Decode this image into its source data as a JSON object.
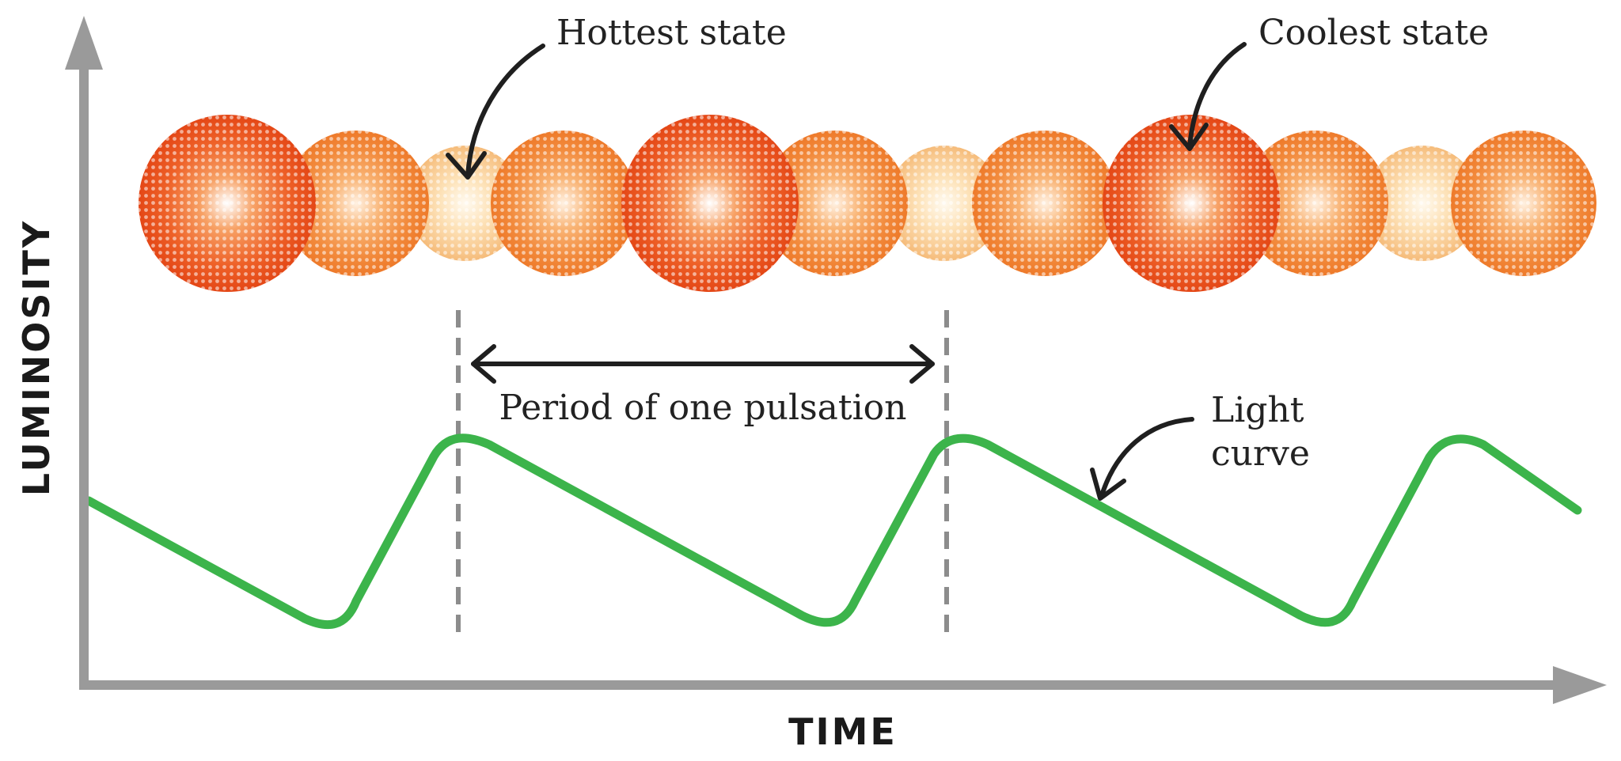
{
  "axes": {
    "x_label": "TIME",
    "y_label": "LUMINOSITY"
  },
  "annotations": {
    "hottest": "Hottest state",
    "coolest": "Coolest state",
    "period": "Period of one pulsation",
    "light_curve_line1": "Light",
    "light_curve_line2": "curve"
  },
  "stars": [
    {
      "state": "coolest"
    },
    {
      "state": "medium"
    },
    {
      "state": "hottest"
    },
    {
      "state": "medium"
    },
    {
      "state": "coolest"
    },
    {
      "state": "medium"
    },
    {
      "state": "hottest"
    },
    {
      "state": "medium"
    },
    {
      "state": "coolest"
    },
    {
      "state": "medium"
    },
    {
      "state": "hottest"
    },
    {
      "state": "medium"
    }
  ],
  "colors": {
    "axis": "#9a9a9a",
    "curve": "#3cb44b",
    "arrow": "#1f1f1f",
    "dashed": "#8c8c8c",
    "star_cool_outer": "#e8481a",
    "star_medium_outer": "#f07a2c",
    "star_hot_outer": "#f7c27a"
  }
}
